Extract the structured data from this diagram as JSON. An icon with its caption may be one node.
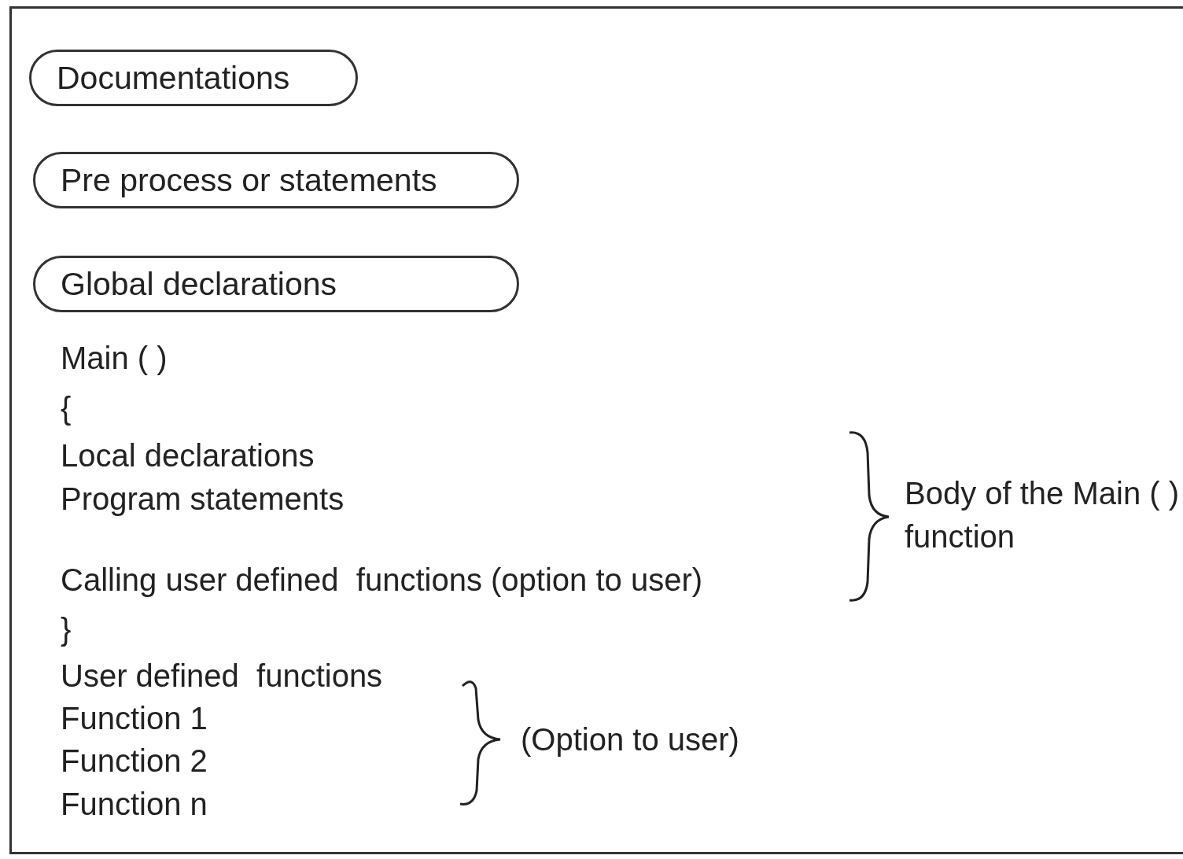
{
  "diagram": {
    "nodes": [
      {
        "text": [
          "Documentations"
        ]
      },
      {
        "text": [
          "Pre process or statements"
        ]
      },
      {
        "text": [
          "Global declarations"
        ]
      }
    ],
    "edges": [],
    "labels": [
      "Main ( )",
      "{",
      "Local declarations",
      "Program statements",
      "Calling user defined  functions (option to user)",
      "}",
      "User defined  functions",
      "Function 1",
      "Function 2",
      "Function n",
      "Body of the Main ( ) function",
      "(Option to user)"
    ]
  }
}
